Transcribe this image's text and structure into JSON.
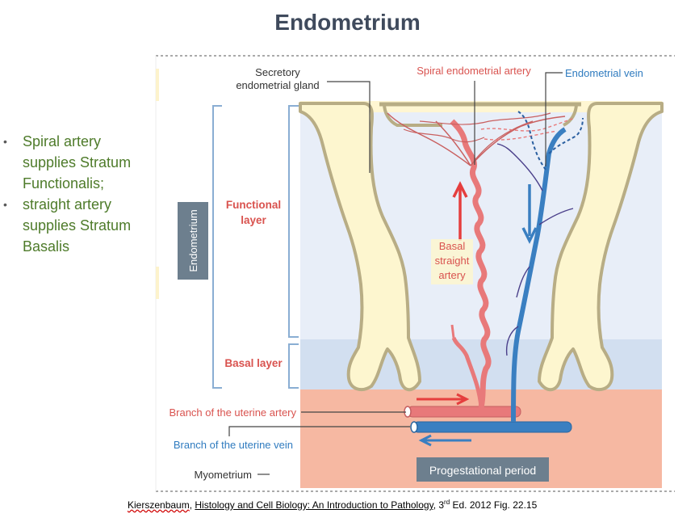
{
  "title": "Endometrium",
  "bullets": [
    {
      "text": "Spiral artery supplies Stratum Functionalis;"
    },
    {
      "text": "straight artery supplies Stratum Basalis"
    }
  ],
  "diagram": {
    "labels": {
      "secretory_gland_line1": "Secretory",
      "secretory_gland_line2": "endometrial gland",
      "spiral_artery": "Spiral endometrial artery",
      "endometrial_vein": "Endometrial vein",
      "functional_layer_line1": "Functional",
      "functional_layer_line2": "layer",
      "basal_layer": "Basal layer",
      "endometrium": "Endometrium",
      "basal_straight_line1": "Basal",
      "basal_straight_line2": "straight",
      "basal_straight_line3": "artery",
      "uterine_artery_branch": "Branch of the uterine artery",
      "uterine_vein_branch": "Branch of the uterine vein",
      "myometrium": "Myometrium",
      "progestational_period": "Progestational period"
    },
    "colors": {
      "artery": "#e8797a",
      "artery_label": "#d9534f",
      "vein": "#3a7fc1",
      "vein_label": "#2f7bbf",
      "gland_fill": "#fdf6cf",
      "gland_stroke": "#b8ad85",
      "functional_bg": "#e8eef8",
      "basal_bg": "#d2dff0",
      "myometrium_bg": "#f6b8a2",
      "bracket": "#8aaed3",
      "endometrium_box": "#6d7f8e"
    }
  },
  "citation": {
    "author": "Kierszenbaum",
    "title": "Histology and Cell Biology: An Introduction to Pathology",
    "edition_num": "3",
    "edition_sup": "rd",
    "rest": " Ed. 2012 Fig. 22.15"
  }
}
